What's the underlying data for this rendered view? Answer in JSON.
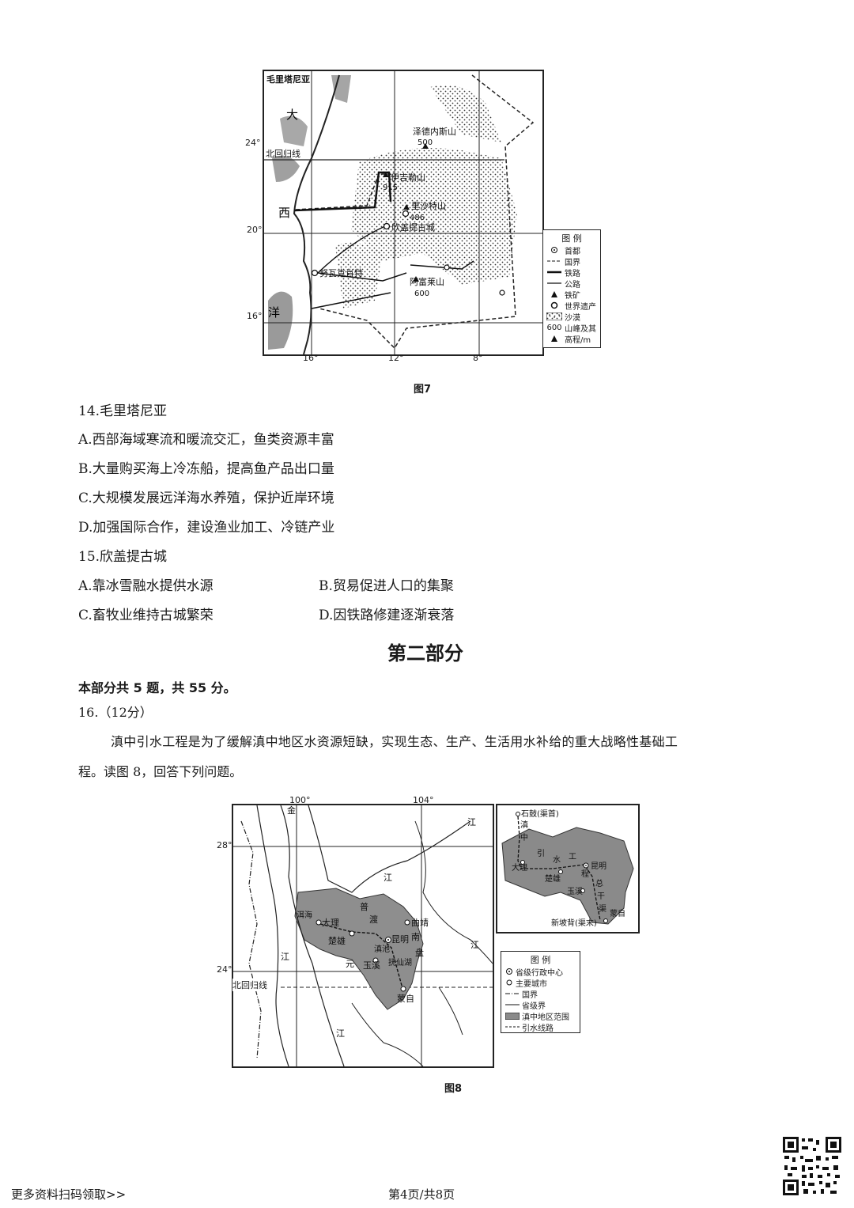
{
  "figure7": {
    "caption": "图7",
    "labels": {
      "country": "毛里塔尼亚",
      "ocean1": "大",
      "ocean2": "西",
      "ocean3": "洋",
      "tropic": "北回归线",
      "lat24": "24°",
      "lat20": "20°",
      "lat16": "16°",
      "lon16": "16°",
      "lon12": "12°",
      "lon8": "8°",
      "mt1": "泽德内斯山",
      "mt1_elev": "500",
      "mt2": "伊吉勒山",
      "mt2_elev": "915",
      "mt3": "里沙特山",
      "mt3_elev": "486",
      "heritage": "欣盖提古城",
      "capital": "努瓦克肖特",
      "mt4": "阿富莱山",
      "mt4_elev": "600"
    },
    "legend": {
      "title": "图 例",
      "items": [
        "首都",
        "国界",
        "铁路",
        "公路",
        "铁矿",
        "世界遗产",
        "沙漠",
        "山峰及其",
        "高程/m"
      ],
      "elev_sample": "600"
    }
  },
  "questions": {
    "q14": {
      "stem": "14.毛里塔尼亚",
      "options": [
        "A.西部海域寒流和暖流交汇，鱼类资源丰富",
        "B.大量购买海上冷冻船，提高鱼产品出口量",
        "C.大规模发展远洋海水养殖，保护近岸环境",
        "D.加强国际合作，建设渔业加工、冷链产业"
      ]
    },
    "q15": {
      "stem": "15.欣盖提古城",
      "options": [
        "A.靠冰雪融水提供水源",
        "B.贸易促进人口的集聚",
        "C.畜牧业维持古城繁荣",
        "D.因铁路修建逐渐衰落"
      ]
    }
  },
  "part2": {
    "title": "第二部分",
    "intro": "本部分共 5 题，共 55 分。",
    "q16_head": "16.（12分）",
    "q16_line1": "滇中引水工程是为了缓解滇中地区水资源短缺，实现生态、生产、生活用水补给的重大战略性基础工",
    "q16_line2": "程。读图 8，回答下列问题。"
  },
  "figure8": {
    "caption": "图8",
    "labels": {
      "lon100": "100°",
      "lon104": "104°",
      "lat28": "28°",
      "lat24": "24°",
      "tropic": "北回归线",
      "jin": "金",
      "jiang1": "江",
      "jiang2": "江",
      "jiang3": "江",
      "jiang4": "江",
      "dali": "大理",
      "chuxiong": "楚雄",
      "kunming": "昆明",
      "yuxi": "玉溪",
      "qujing": "曲靖",
      "mengzi": "蒙自",
      "erhai": "洱海",
      "dianchi": "滇池",
      "fuxian": "抚仙湖",
      "yuan": "元",
      "nanpan": "南",
      "pan": "盘",
      "pu": "普",
      "du": "渡"
    },
    "inset": {
      "source": "石鼓(渠首)",
      "end": "新坡背(渠末)",
      "dali": "大理",
      "chuxiong": "楚雄",
      "kunming": "昆明",
      "yuxi": "玉溪",
      "mengzi": "蒙自",
      "route_v": [
        "滇",
        "中"
      ],
      "route_h": [
        "引",
        "水",
        "工",
        "程"
      ],
      "route_v2": [
        "总",
        "干",
        "渠"
      ]
    },
    "legend": {
      "title": "图 例",
      "items": [
        "省级行政中心",
        "主要城市",
        "国界",
        "省级界",
        "滇中地区范围",
        "引水线路"
      ]
    }
  },
  "footer": {
    "left": "更多资料扫码领取>>",
    "center": "第4页/共8页"
  }
}
